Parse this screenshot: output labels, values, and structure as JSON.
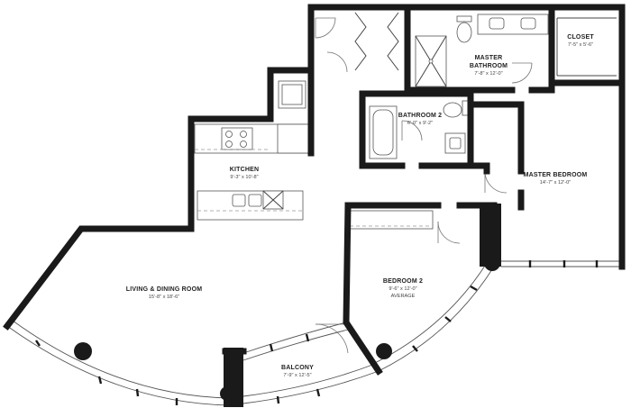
{
  "rooms": {
    "closet": {
      "name": "CLOSET",
      "size": "7'-5\" x 5'-6\""
    },
    "master_bathroom": {
      "name_line1": "MASTER",
      "name_line2": "BATHROOM",
      "size": "7'-8\" x 12'-0\""
    },
    "bathroom_2": {
      "name": "BATHROOM 2",
      "size": "6'-0\" x 9'-2\""
    },
    "kitchen": {
      "name": "KITCHEN",
      "size": "9'-3\" x 10'-8\""
    },
    "master_bedroom": {
      "name": "MASTER BEDROOM",
      "size": "14'-7\" x 12'-0\""
    },
    "living_dining": {
      "name": "LIVING & DINING ROOM",
      "size": "15'-8\" x 18'-6\""
    },
    "bedroom_2": {
      "name": "BEDROOM 2",
      "size": "9'-6\" x 12'-0\"",
      "note": "AVERAGE"
    },
    "balcony": {
      "name": "BALCONY",
      "size": "7'-9\" x 12'-5\""
    }
  }
}
